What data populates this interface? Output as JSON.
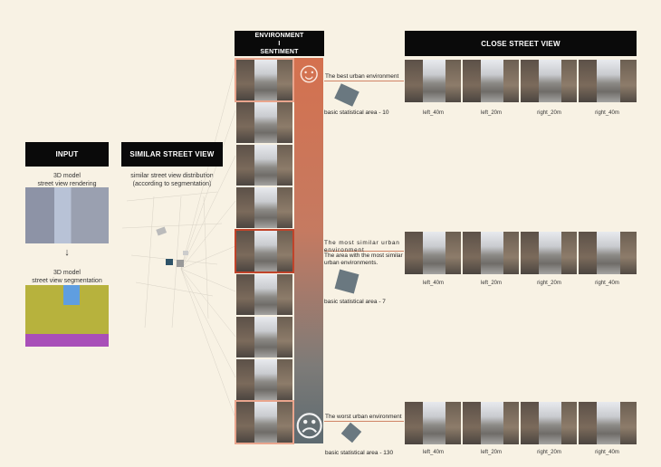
{
  "input": {
    "title": "INPUT",
    "render_caption_1": "3D model",
    "render_caption_2": "street view rendering",
    "arrow": "↓",
    "seg_caption_1": "3D model",
    "seg_caption_2": "street view segmentation"
  },
  "similar": {
    "title": "SIMILAR STREET VIEW",
    "caption_1": "similar street view distribution",
    "caption_2": "(according to segmentation)"
  },
  "sentiment": {
    "title_1": "ENVIRONMENT",
    "title_2": "I",
    "title_3": "SENTIMENT",
    "happy_icon": "☺",
    "sad_icon": "☹"
  },
  "close": {
    "title": "CLOSE STREET VIEW",
    "labels": [
      "left_40m",
      "left_20m",
      "right_20m",
      "right_40m"
    ]
  },
  "rows": [
    {
      "title": "The best urban environment",
      "desc": "",
      "area": "basic statistical area - 10"
    },
    {
      "title": "The most similar urban environment",
      "desc": "The area with the most similar urban environments.",
      "area": "basic statistical area - 7"
    },
    {
      "title": "The worst urban environment",
      "desc": "",
      "area": "basic statistical area - 130"
    }
  ],
  "colors": {
    "bar_top": "#d4714f",
    "bar_bottom": "#5d6a70"
  }
}
